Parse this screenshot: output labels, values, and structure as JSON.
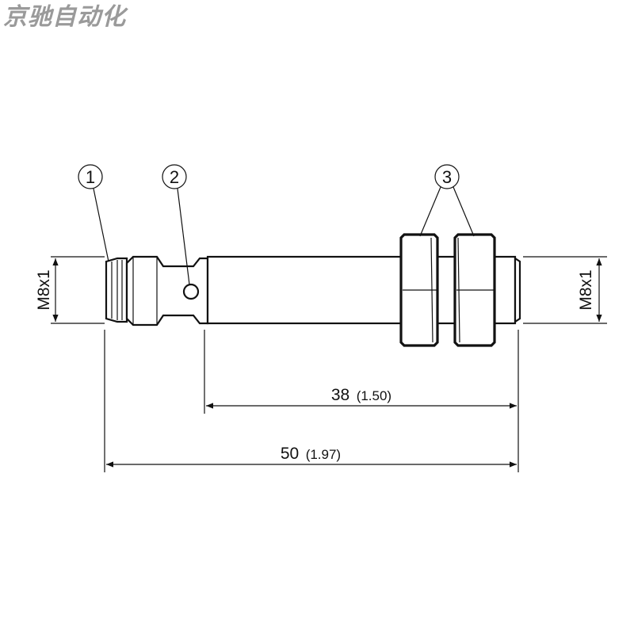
{
  "watermark": "京驰自动化",
  "callouts": {
    "c1": "1",
    "c2": "2",
    "c3": "3"
  },
  "dimensions": {
    "thread_left": "M8x1",
    "thread_right": "M8x1",
    "length_38": {
      "value": "38",
      "alt": "(1.50)"
    },
    "length_50": {
      "value": "50",
      "alt": "(1.97)"
    }
  },
  "colors": {
    "line": "#111111",
    "watermark": "#9a9a9a"
  }
}
